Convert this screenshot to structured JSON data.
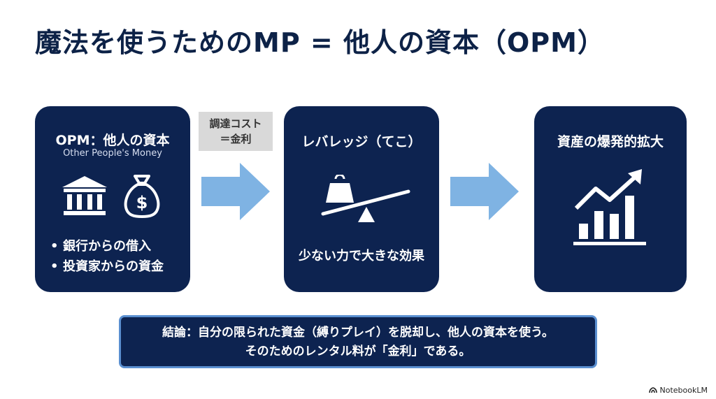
{
  "title": "魔法を使うためのMP = 他人の資本（OPM）",
  "card_opm": {
    "title": "OPM：他人の資本",
    "subtitle": "Other People's Money",
    "icons": [
      "bank-icon",
      "money-bag-icon"
    ],
    "bullets": [
      "銀行からの借入",
      "投資家からの資金"
    ]
  },
  "cost_label": {
    "line1": "調達コスト",
    "line2": "＝金利"
  },
  "card_leverage": {
    "title": "レバレッジ（てこ）",
    "icon": "lever-weight-icon",
    "caption": "少ない力で大きな効果"
  },
  "card_growth": {
    "title": "資産の爆発的拡大",
    "icon": "growth-chart-icon"
  },
  "conclusion": {
    "line1": "結論：自分の限られた資金（縛りプレイ）を脱却し、他人の資本を使う。",
    "line2": "そのためのレンタル料が「金利」である。"
  },
  "brand": "NotebookLM",
  "colors": {
    "navy": "#0d2350",
    "arrow_blue": "#7fb3e3",
    "border_blue": "#5a8fd0",
    "gray_box": "#d9d9d9"
  }
}
